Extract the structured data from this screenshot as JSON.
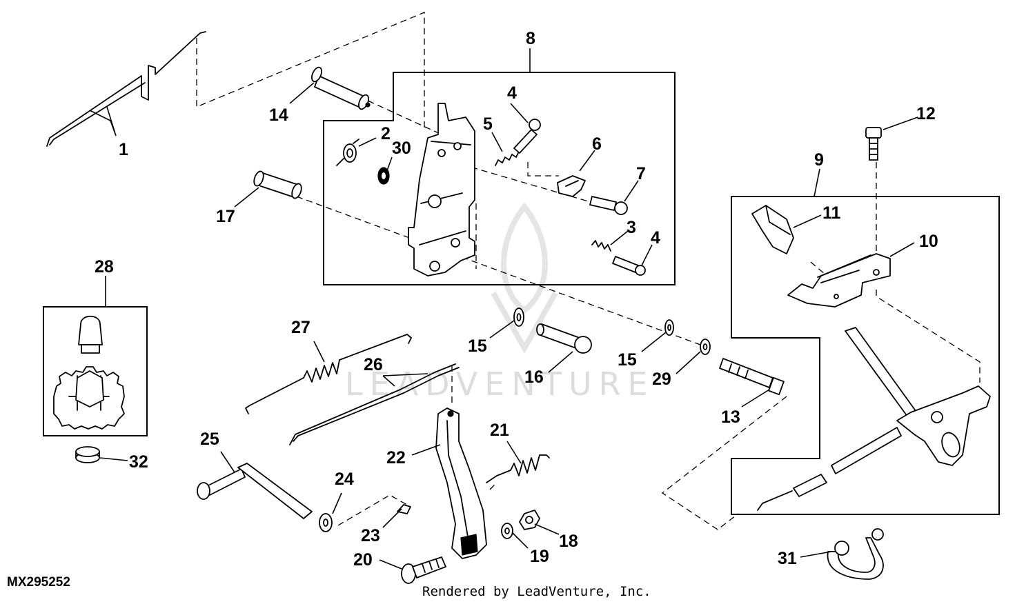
{
  "diagram": {
    "figure_code": "MX295252",
    "credit": "Rendered by LeadVenture, Inc.",
    "watermark": "LEADVENTURE",
    "callouts": [
      "1",
      "2",
      "3",
      "4",
      "5",
      "6",
      "7",
      "8",
      "9",
      "10",
      "11",
      "12",
      "13",
      "14",
      "15",
      "16",
      "17",
      "18",
      "19",
      "20",
      "21",
      "22",
      "23",
      "24",
      "25",
      "26",
      "27",
      "28",
      "29",
      "30",
      "31",
      "32"
    ]
  }
}
